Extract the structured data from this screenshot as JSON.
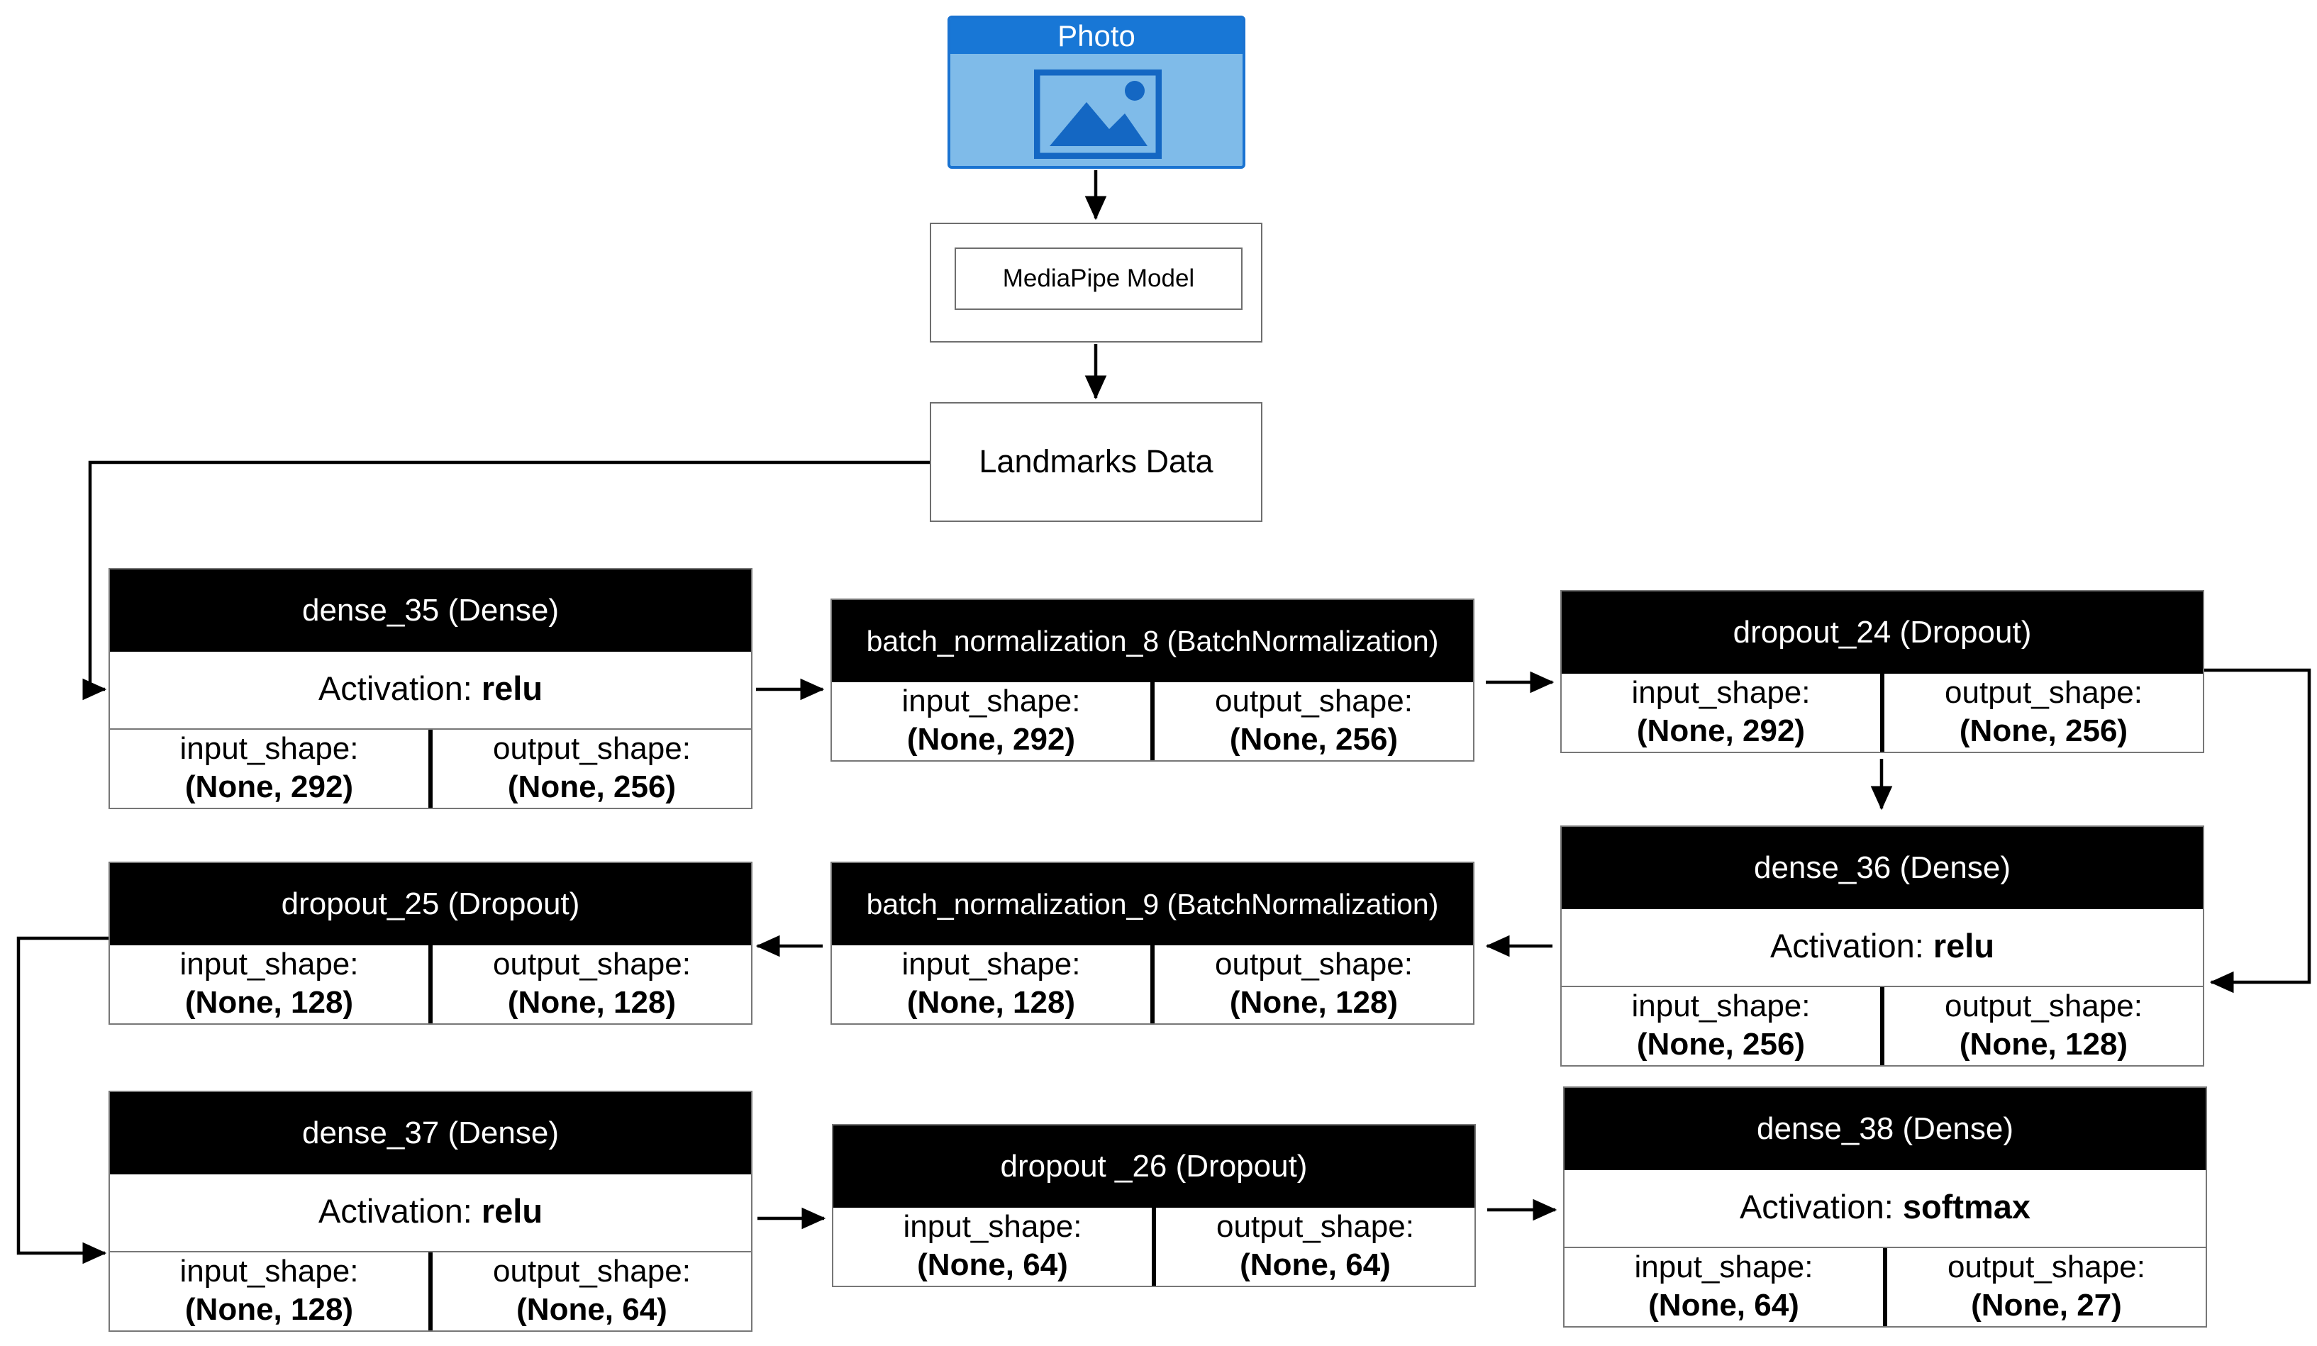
{
  "photo": {
    "title": "Photo",
    "icon": "image-icon"
  },
  "mediapipe": {
    "label": "MediaPipe Model"
  },
  "landmarks": {
    "label": "Landmarks Data"
  },
  "shape_labels": {
    "input": "input_shape:",
    "output": "output_shape:"
  },
  "activation_label": "Activation:",
  "layers": {
    "dense_35": {
      "title": "dense_35 (Dense)",
      "activation": "relu",
      "input": "(None, 292)",
      "output": "(None, 256)"
    },
    "batch_norm_8": {
      "title": "batch_normalization_8 (BatchNormalization)",
      "input": "(None, 292)",
      "output": "(None, 256)"
    },
    "dropout_24": {
      "title": "dropout_24 (Dropout)",
      "input": "(None, 292)",
      "output": "(None, 256)"
    },
    "dense_36": {
      "title": "dense_36 (Dense)",
      "activation": "relu",
      "input": "(None, 256)",
      "output": "(None, 128)"
    },
    "batch_norm_9": {
      "title": "batch_normalization_9 (BatchNormalization)",
      "input": "(None, 128)",
      "output": "(None, 128)"
    },
    "dropout_25": {
      "title": "dropout_25 (Dropout)",
      "input": "(None, 128)",
      "output": "(None, 128)"
    },
    "dense_37": {
      "title": "dense_37 (Dense)",
      "activation": "relu",
      "input": "(None, 128)",
      "output": "(None, 64)"
    },
    "dropout_26": {
      "title": "dropout _26 (Dropout)",
      "input": "(None, 64)",
      "output": "(None, 64)"
    },
    "dense_38": {
      "title": "dense_38 (Dense)",
      "activation": "softmax",
      "input": "(None, 64)",
      "output": "(None, 27)"
    }
  }
}
